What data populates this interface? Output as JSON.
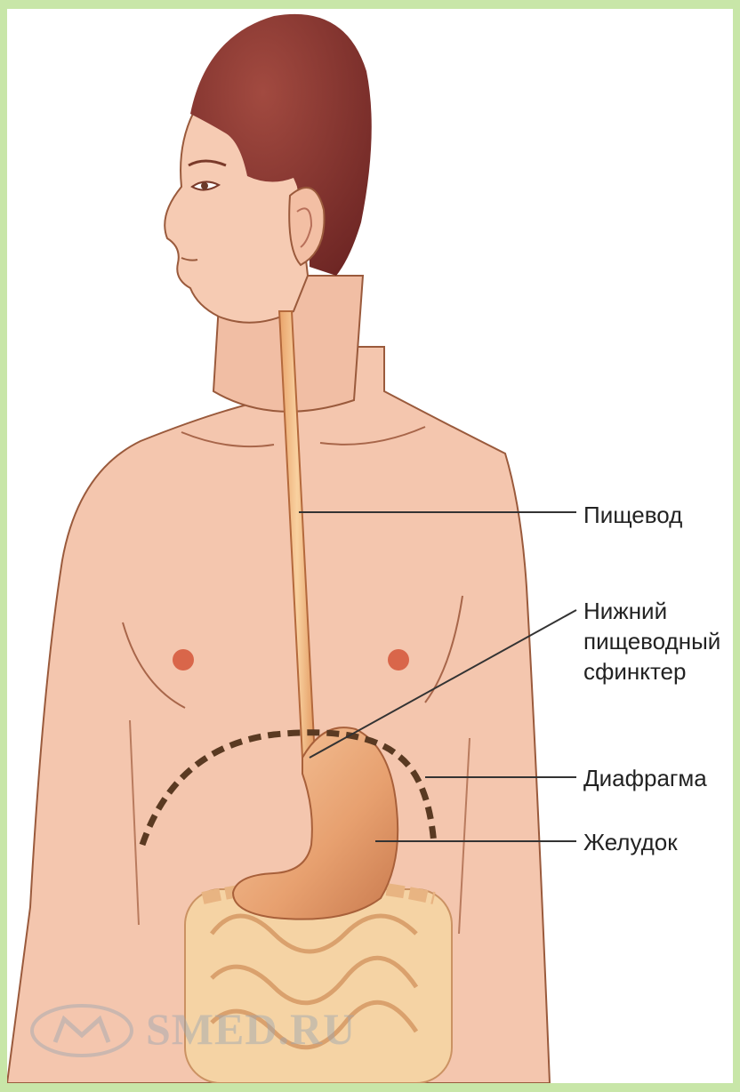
{
  "labels": {
    "esophagus": "Пищевод",
    "sphincter_line1": "Нижний",
    "sphincter_line2": "пищеводный",
    "sphincter_line3": "сфинктер",
    "diaphragm": "Диафрагма",
    "stomach": "Желудок"
  },
  "watermark": {
    "text": "SMED.RU"
  },
  "colors": {
    "background_border": "#c8e6a8",
    "skin": "#f3c3aa",
    "skin_outline": "#9a5a3c",
    "hair": "#7a2e2a",
    "esophagus": "#f2b87a",
    "stomach": "#e39a6a",
    "diaphragm": "#5a3a22",
    "nipple": "#d9664a",
    "intestine": "#f6d5a6"
  }
}
